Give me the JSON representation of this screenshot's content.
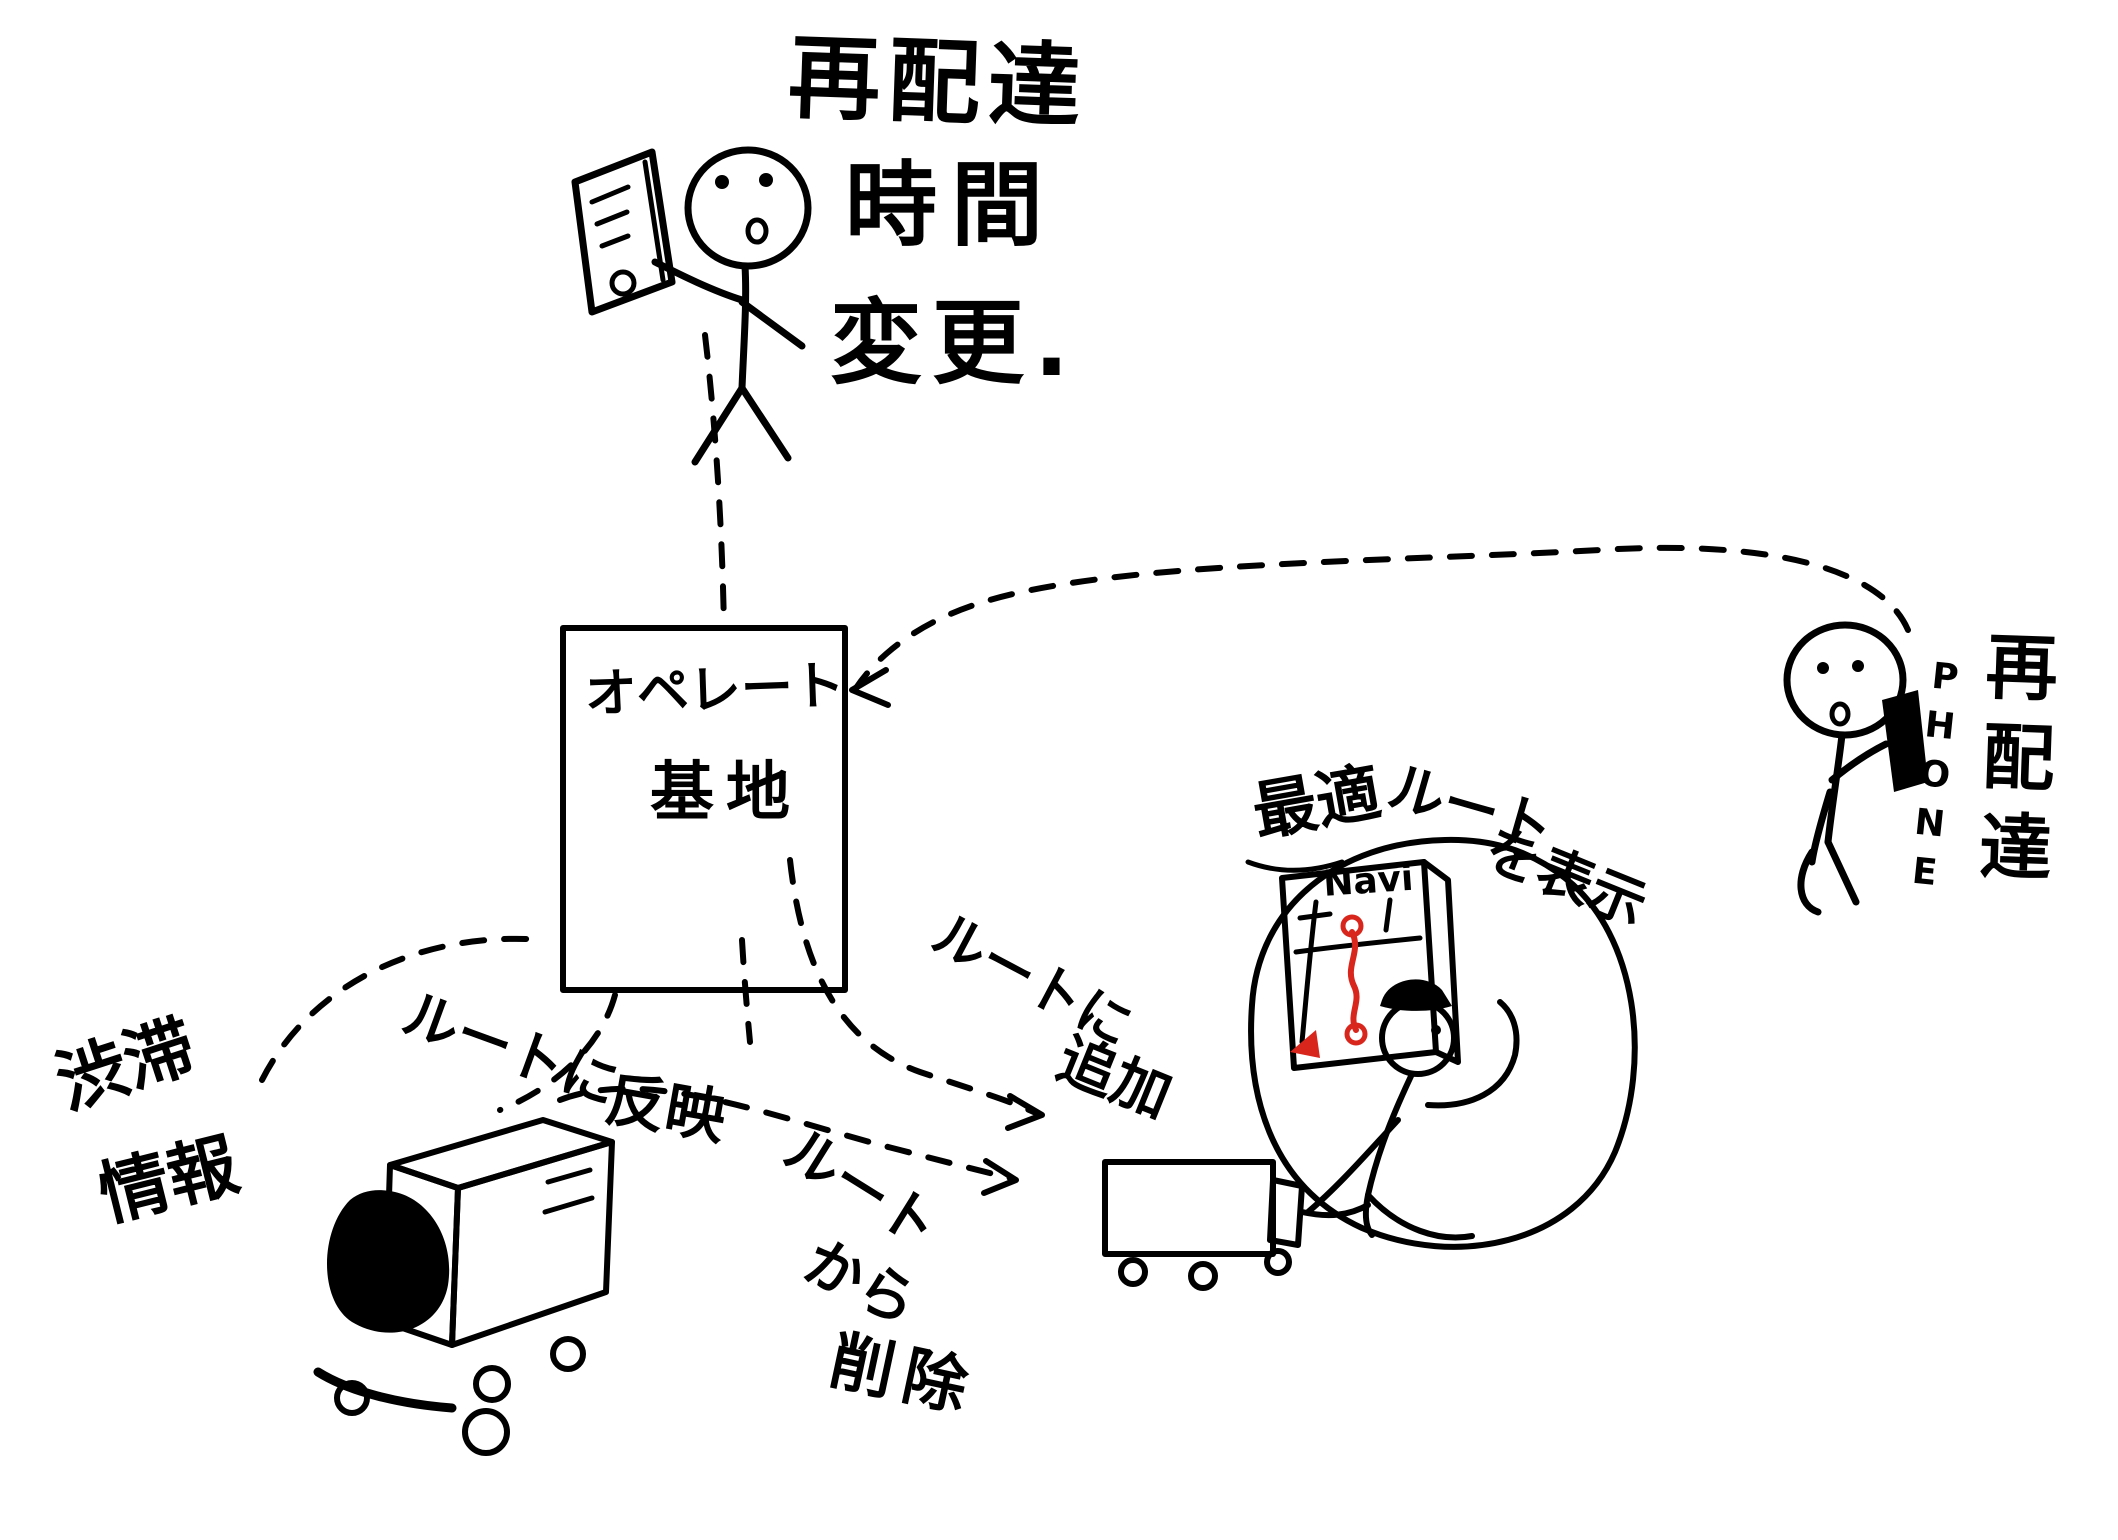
{
  "canvas": {
    "background": "#ffffff",
    "ink": "#000000",
    "route_red": "#d9261c"
  },
  "labels": {
    "customer_request": {
      "l1": "再配達",
      "l2": "時間",
      "l3": "変更."
    },
    "operator_base": {
      "l1": "オペレート",
      "l2": "基地"
    },
    "phone_caller": {
      "phone": "PHONE",
      "redelivery": "再配達"
    },
    "traffic_info": {
      "l1": "渋滞",
      "l2": "情報"
    },
    "route_reflect": {
      "l1": "ルートに",
      "l2": "反映"
    },
    "route_add": {
      "l1": "ルートに",
      "l2": "追加"
    },
    "route_remove": {
      "l1": "ルート",
      "l2": "から",
      "l3": "削除"
    },
    "optimal_route": {
      "l1": "最適",
      "l2": "ルート",
      "l3": "を表示"
    },
    "navi_screen": {
      "title": "Navi"
    }
  }
}
